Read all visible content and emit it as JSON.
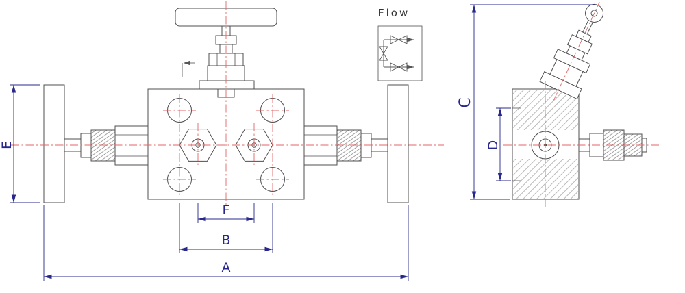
{
  "labels": {
    "flow": "Flow",
    "dim_a": "A",
    "dim_b": "B",
    "dim_c": "C",
    "dim_d": "D",
    "dim_e": "E",
    "dim_f": "F"
  },
  "colors": {
    "line": "#4f4f4f",
    "centerline": "#e06666",
    "dim": "#28288c",
    "bg": "#ffffff"
  }
}
